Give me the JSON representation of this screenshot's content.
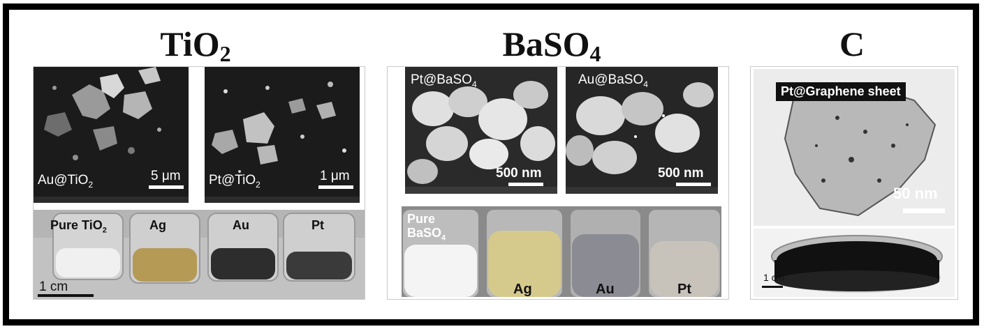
{
  "titles": {
    "tio2": {
      "main": "TiO",
      "sub": "2"
    },
    "baso4": {
      "main": "BaSO",
      "sub": "4"
    },
    "c": {
      "main": "C"
    }
  },
  "tio2": {
    "sem_left": {
      "label": "Au@TiO",
      "label_sub": "2",
      "scale": "5 μm"
    },
    "sem_right": {
      "label": "Pt@TiO",
      "label_sub": "2",
      "scale": "1 μm"
    },
    "vials": [
      "Pure TiO",
      "Ag",
      "Au",
      "Pt"
    ],
    "vial0_sub": "2",
    "scale": "1 cm"
  },
  "baso4": {
    "sem_left": {
      "label": "Pt@BaSO",
      "label_sub": "4",
      "scale": "500 nm"
    },
    "sem_right": {
      "label": "Au@BaSO",
      "label_sub": "4",
      "scale": "500 nm"
    },
    "vial0": {
      "line1": "Pure",
      "line2": "BaSO",
      "sub": "4"
    },
    "vials": [
      "Ag",
      "Au",
      "Pt"
    ]
  },
  "c": {
    "tem_label": "Pt@Graphene sheet",
    "tem_scale": "50 nm",
    "dish_scale": "1 cm"
  }
}
